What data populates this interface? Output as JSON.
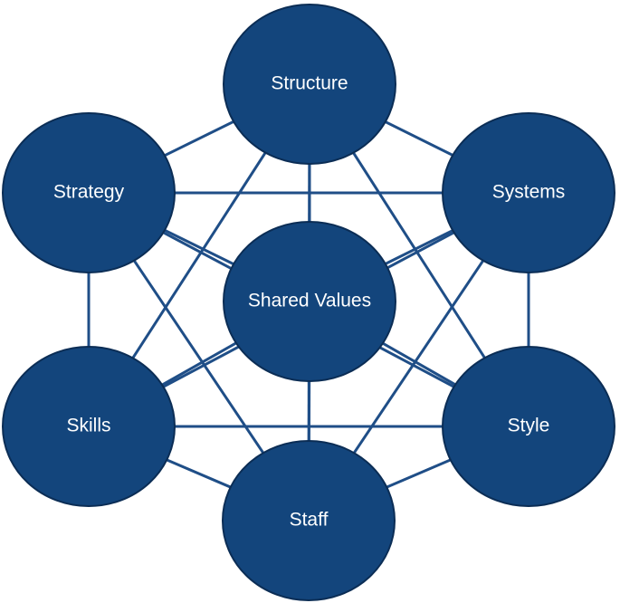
{
  "diagram": {
    "colors": {
      "node_fill": "#13457c",
      "connector": "#1f4e87",
      "label": "#ffffff"
    },
    "nodes": {
      "structure": {
        "label": "Structure"
      },
      "strategy": {
        "label": "Strategy"
      },
      "systems": {
        "label": "Systems"
      },
      "shared_values": {
        "label": "Shared Values"
      },
      "skills": {
        "label": "Skills"
      },
      "style": {
        "label": "Style"
      },
      "staff": {
        "label": "Staff"
      }
    },
    "connections": [
      [
        "structure",
        "strategy"
      ],
      [
        "structure",
        "systems"
      ],
      [
        "structure",
        "skills"
      ],
      [
        "structure",
        "style"
      ],
      [
        "structure",
        "staff"
      ],
      [
        "structure",
        "shared_values"
      ],
      [
        "strategy",
        "systems"
      ],
      [
        "strategy",
        "skills"
      ],
      [
        "strategy",
        "style"
      ],
      [
        "strategy",
        "staff"
      ],
      [
        "strategy",
        "shared_values"
      ],
      [
        "systems",
        "skills"
      ],
      [
        "systems",
        "style"
      ],
      [
        "systems",
        "staff"
      ],
      [
        "systems",
        "shared_values"
      ],
      [
        "skills",
        "style"
      ],
      [
        "skills",
        "staff"
      ],
      [
        "skills",
        "shared_values"
      ],
      [
        "style",
        "staff"
      ],
      [
        "style",
        "shared_values"
      ],
      [
        "staff",
        "shared_values"
      ]
    ]
  }
}
